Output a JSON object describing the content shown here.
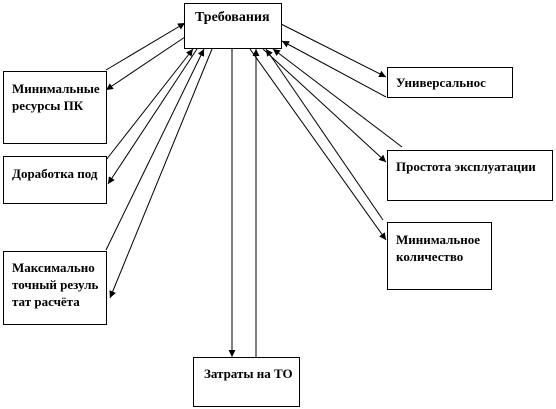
{
  "diagram": {
    "nodes": {
      "center": "Требования",
      "min_resources": "Минимальные ресурсы ПК",
      "dorabotka": "Доработка под",
      "max_result": "Максимально точный результат расчёта",
      "costs": "Затраты на ТО",
      "universal": "Универсальнос",
      "simplicity": "Простота эксплуатации",
      "min_count": "Минимальное количество"
    },
    "edges": [
      {
        "from": "center",
        "to": "min_resources",
        "direction": "both"
      },
      {
        "from": "center",
        "to": "dorabotka",
        "direction": "both"
      },
      {
        "from": "center",
        "to": "max_result",
        "direction": "both"
      },
      {
        "from": "center",
        "to": "costs",
        "direction": "both"
      },
      {
        "from": "center",
        "to": "universal",
        "direction": "both"
      },
      {
        "from": "center",
        "to": "simplicity",
        "direction": "both"
      },
      {
        "from": "center",
        "to": "min_count",
        "direction": "both"
      }
    ],
    "colors": {
      "line": "#000000",
      "box_border": "#000000",
      "background": "#ffffff"
    }
  }
}
